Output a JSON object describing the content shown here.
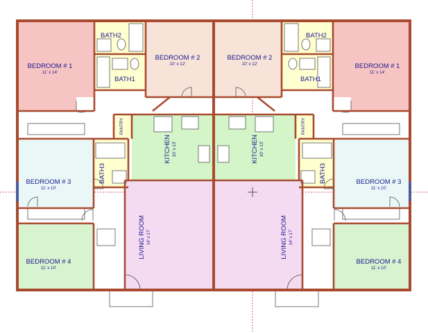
{
  "colors": {
    "bedroom1": "#f7c4c4",
    "bedroom2": "#f7e3d8",
    "bedroom3": "#e9f7f7",
    "bedroom4": "#d8f3d0",
    "bath": "#ffffd0",
    "kitchen": "#d3f5c8",
    "living": "#f4dbf2",
    "wall": "#a84a2e",
    "label": "#1a1a8c"
  },
  "units": {
    "left": {
      "bedroom1": {
        "name": "BEDROOM # 1",
        "size": "11' x 14'"
      },
      "bedroom2": {
        "name": "BEDROOM # 2",
        "size": "10' x 12'"
      },
      "bath1": {
        "name": "BATH1"
      },
      "bath2": {
        "name": "BATH2"
      },
      "bath3": {
        "name": "BATH3"
      },
      "kitchen": {
        "name": "KITCHEN",
        "size": "10' x 13'"
      },
      "pantry": {
        "name": "PANTRY"
      },
      "bedroom3": {
        "name": "BEDROOM # 3",
        "size": "11' x 10'"
      },
      "bedroom4": {
        "name": "BEDROOM # 4",
        "size": "11' x 10'"
      },
      "living": {
        "name": "LIVING ROOM",
        "size": "14' x 17'"
      }
    },
    "right": {
      "bedroom1": {
        "name": "BEDROOM # 1",
        "size": "11' x 14'"
      },
      "bedroom2": {
        "name": "BEDROOM # 2",
        "size": "10' x 12'"
      },
      "bath1": {
        "name": "BATH1"
      },
      "bath2": {
        "name": "BATH2"
      },
      "bath3": {
        "name": "BATH3"
      },
      "kitchen": {
        "name": "KITCHEN",
        "size": "10' x 13'"
      },
      "pantry": {
        "name": "PANTRY"
      },
      "bedroom3": {
        "name": "BEDROOM # 3",
        "size": "11' x 10'"
      },
      "bedroom4": {
        "name": "BEDROOM # 4",
        "size": "11' x 10'"
      },
      "living": {
        "name": "LIVING ROOM",
        "size": "14' x 17'"
      }
    }
  }
}
